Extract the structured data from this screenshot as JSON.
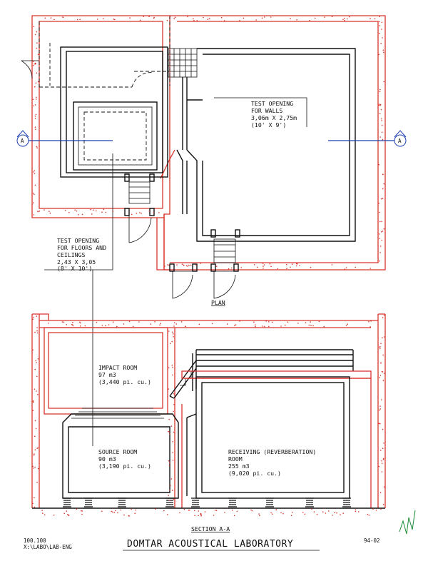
{
  "plan": {
    "test_opening_walls": [
      "TEST OPENING",
      "FOR WALLS",
      "3,06m X 2,75m",
      "(10' X 9')"
    ],
    "test_opening_floors": [
      "TEST OPENING",
      "FOR FLOORS AND",
      "CEILINGS",
      "2,43 X 3,05",
      "(8' X 10')"
    ],
    "section_marker": "A",
    "plan_label": "PLAN"
  },
  "section": {
    "impact_room": [
      "IMPACT ROOM",
      "97 m3",
      "(3,440 pi. cu.)"
    ],
    "source_room": [
      "SOURCE ROOM",
      "90 m3",
      "(3,190 pi. cu.)"
    ],
    "receiving_room": [
      "RECEIVING (REVERBERATION)",
      "ROOM",
      "255 m3",
      "(9,020 pi. cu.)"
    ],
    "section_label": "SECTION A-A"
  },
  "title_block": {
    "drawing_no": "100.100",
    "file_path": "X:\\LABO\\LAB-ENG",
    "title": "DOMTAR ACOUSTICAL LABORATORY",
    "date_code": "94-02"
  },
  "colors": {
    "walls": "#d9342b",
    "lines": "#111111",
    "axis": "#1f3fb0"
  }
}
